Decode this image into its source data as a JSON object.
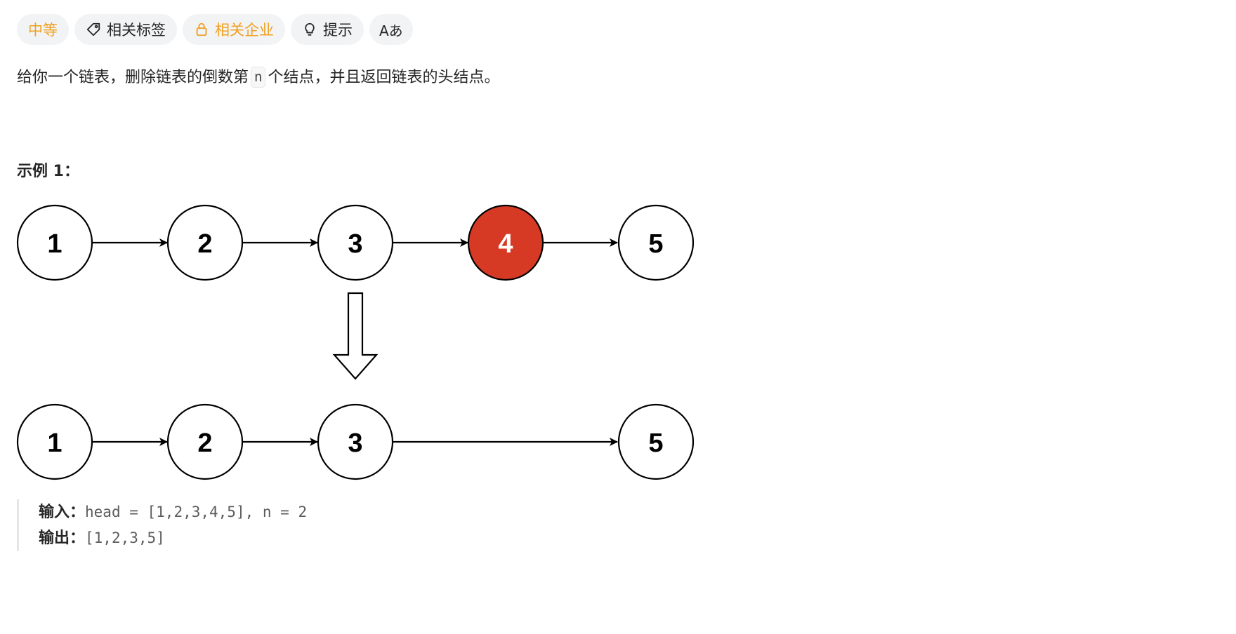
{
  "tags": {
    "difficulty": "中等",
    "related_tags": "相关标签",
    "related_companies": "相关企业",
    "hint": "提示",
    "translate": "Aあ"
  },
  "description": {
    "before": "给你一个链表，删除链表的倒数第",
    "code": "n",
    "after": "个结点，并且返回链表的头结点。"
  },
  "example": {
    "title": "示例 1：",
    "input_label": "输入：",
    "input_value": "head = [1,2,3,4,5], n = 2",
    "output_label": "输出：",
    "output_value": "[1,2,3,5]"
  },
  "diagram": {
    "top_nodes": [
      "1",
      "2",
      "3",
      "4",
      "5"
    ],
    "removed_node": "4",
    "bottom_nodes": [
      "1",
      "2",
      "3",
      "5"
    ],
    "removed_color": "#d63a24"
  },
  "colors": {
    "accent": "#f0a020",
    "pill_bg": "#f2f3f5",
    "text": "#262626"
  }
}
